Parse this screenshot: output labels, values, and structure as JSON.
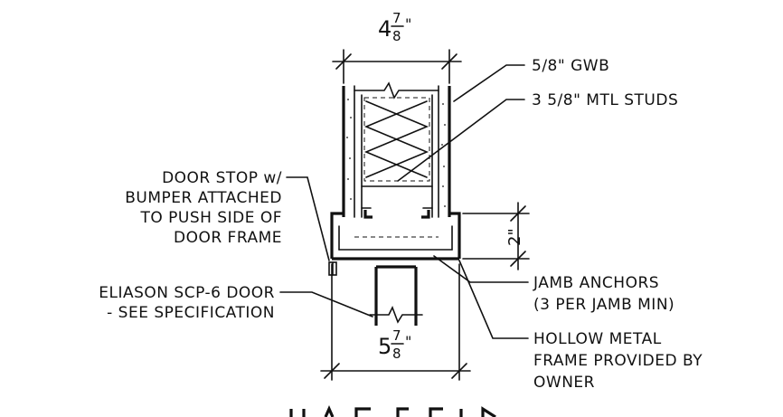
{
  "dimensions": {
    "wall_width": {
      "whole": "4",
      "num": "7",
      "den": "8",
      "unit": "\""
    },
    "frame_width": {
      "whole": "5",
      "num": "7",
      "den": "8",
      "unit": "\""
    },
    "anchor_depth": "2\""
  },
  "callouts": {
    "gwb": "5/8\" GWB",
    "studs": "3 5/8\" MTL STUDS",
    "door_stop": [
      "DOOR STOP w/",
      "BUMPER ATTACHED",
      "TO PUSH SIDE OF",
      "DOOR FRAME"
    ],
    "door": [
      "ELIASON SCP-6 DOOR",
      "- SEE SPECIFICATION"
    ],
    "jamb_anchors": [
      "JAMB ANCHORS",
      "(3 PER JAMB MIN)"
    ],
    "frame": [
      "HOLLOW METAL",
      "FRAME PROVIDED BY",
      "OWNER"
    ]
  }
}
